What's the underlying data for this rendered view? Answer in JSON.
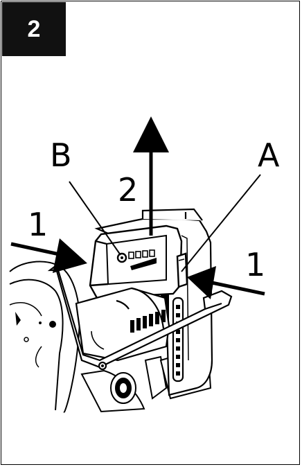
{
  "figure": {
    "step_number": "2",
    "labels": {
      "b": "B",
      "a": "A",
      "arrow_up_num": "2",
      "arrow_left_num": "1",
      "arrow_right_num": "1"
    }
  }
}
